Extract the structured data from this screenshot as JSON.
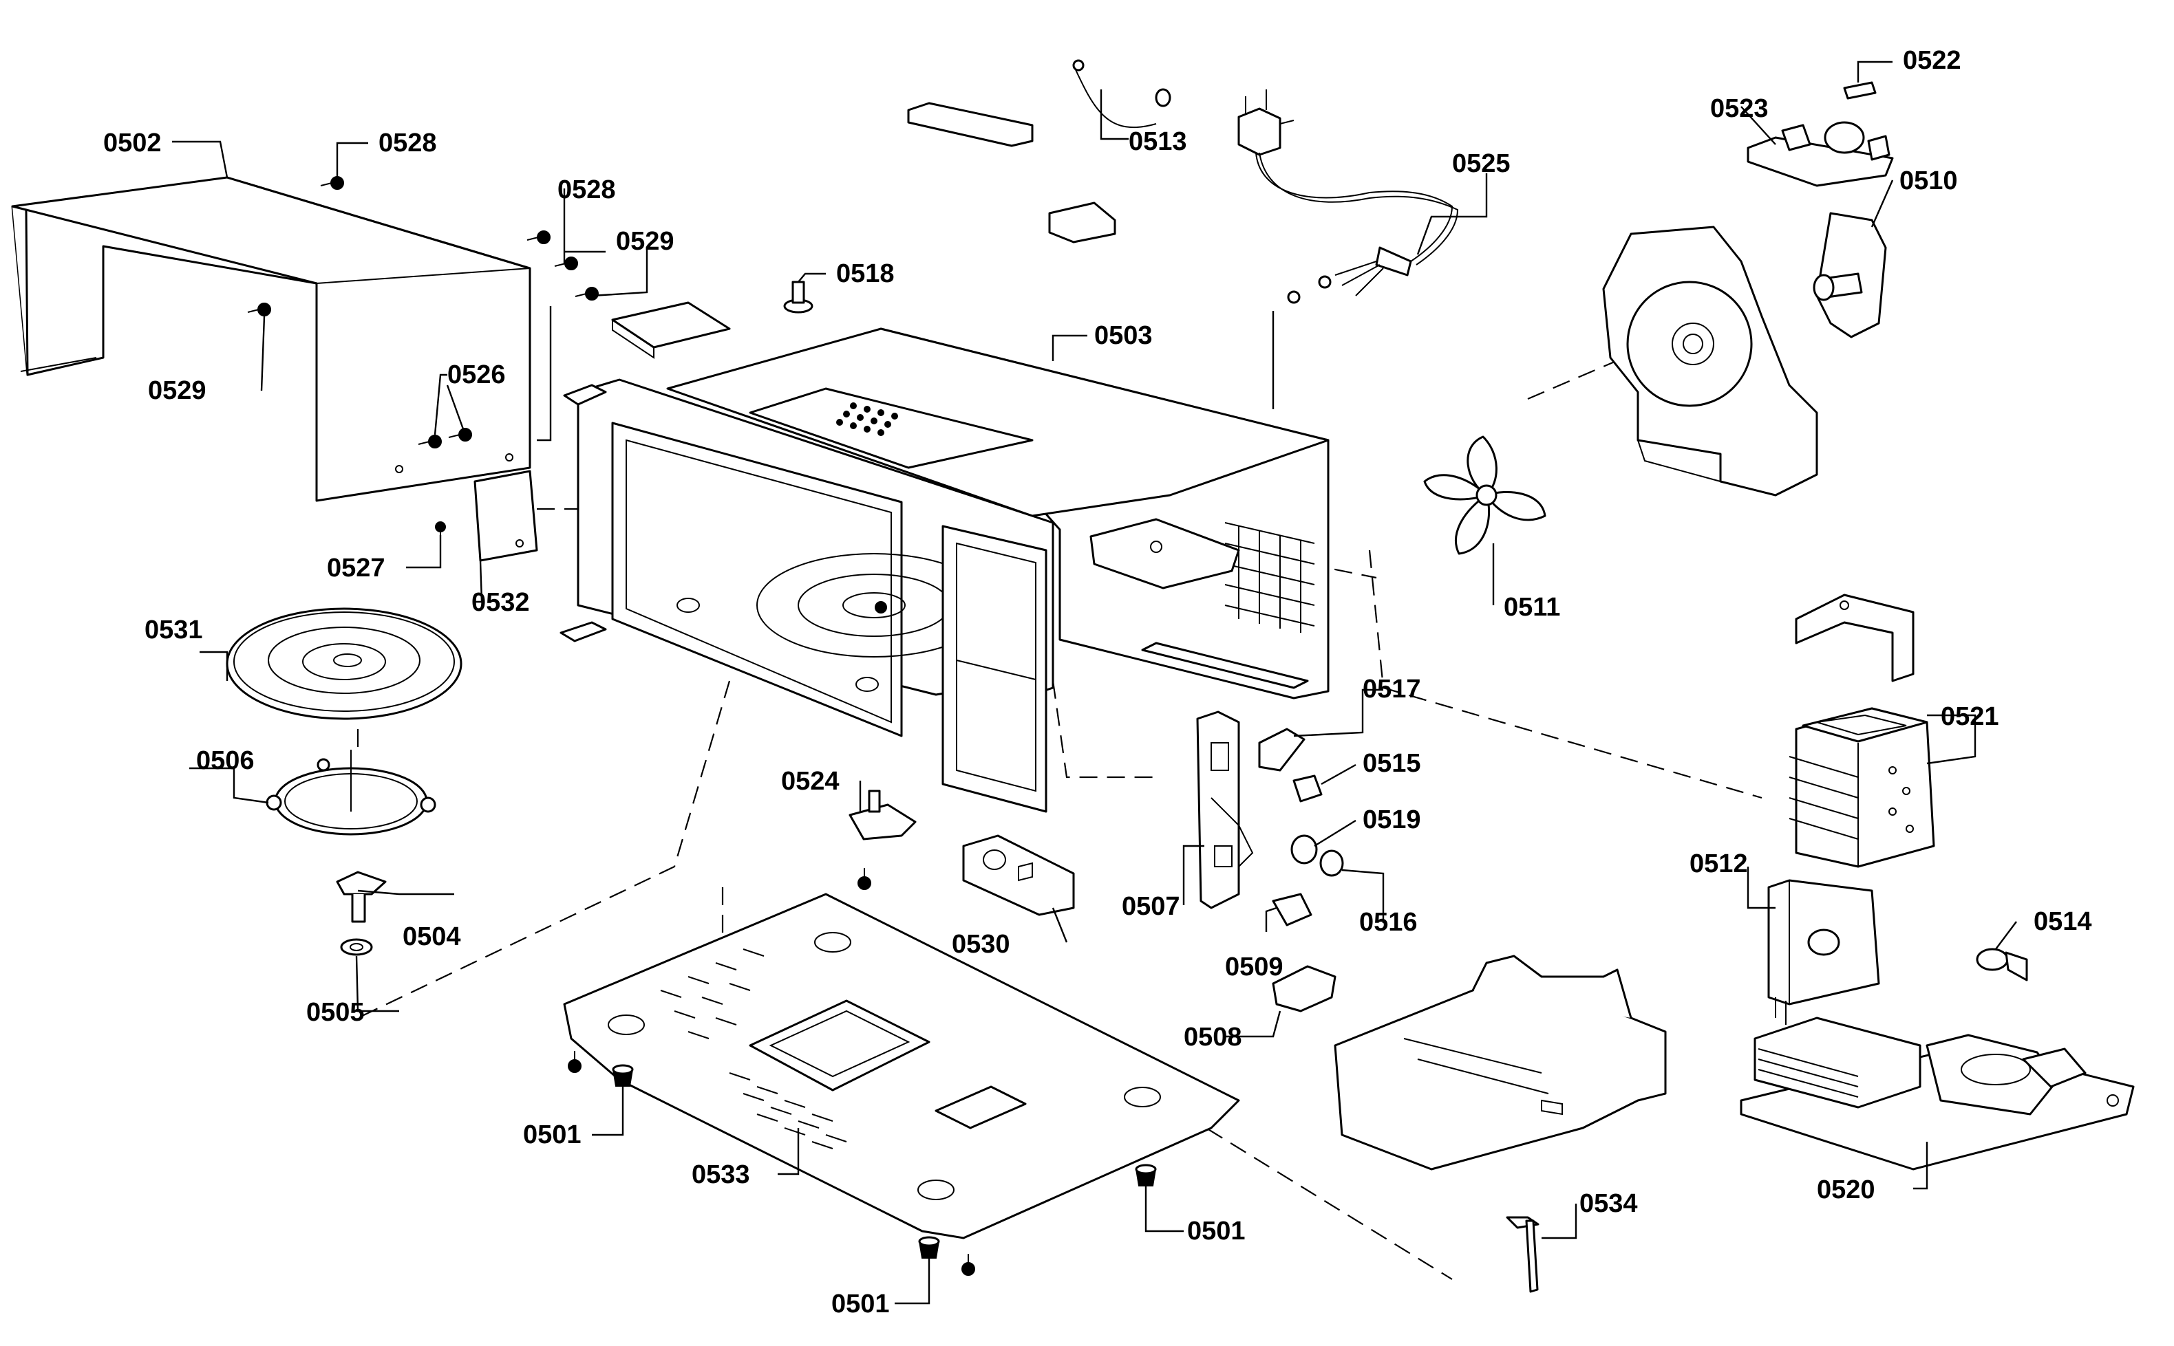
{
  "labels": {
    "p0502": "0502",
    "p0528a": "0528",
    "p0528b": "0528",
    "p0529a": "0529",
    "p0529b": "0529",
    "p0526": "0526",
    "p0527": "0527",
    "p0532": "0532",
    "p0531": "0531",
    "p0506": "0506",
    "p0504": "0504",
    "p0505": "0505",
    "p0513": "0513",
    "p0518": "0518",
    "p0503": "0503",
    "p0525": "0525",
    "p0523": "0523",
    "p0522": "0522",
    "p0510": "0510",
    "p0511": "0511",
    "p0517": "0517",
    "p0515": "0515",
    "p0519": "0519",
    "p0516": "0516",
    "p0507": "0507",
    "p0509": "0509",
    "p0508": "0508",
    "p0524": "0524",
    "p0530": "0530",
    "p0521": "0521",
    "p0512": "0512",
    "p0514": "0514",
    "p0520": "0520",
    "p0534": "0534",
    "p0533": "0533",
    "p0501a": "0501",
    "p0501b": "0501",
    "p0501c": "0501"
  },
  "icons": {
    "screw": "screw-icon",
    "foot": "rubber-foot-icon",
    "fan": "fan-blade-icon",
    "plug": "power-plug-icon"
  }
}
